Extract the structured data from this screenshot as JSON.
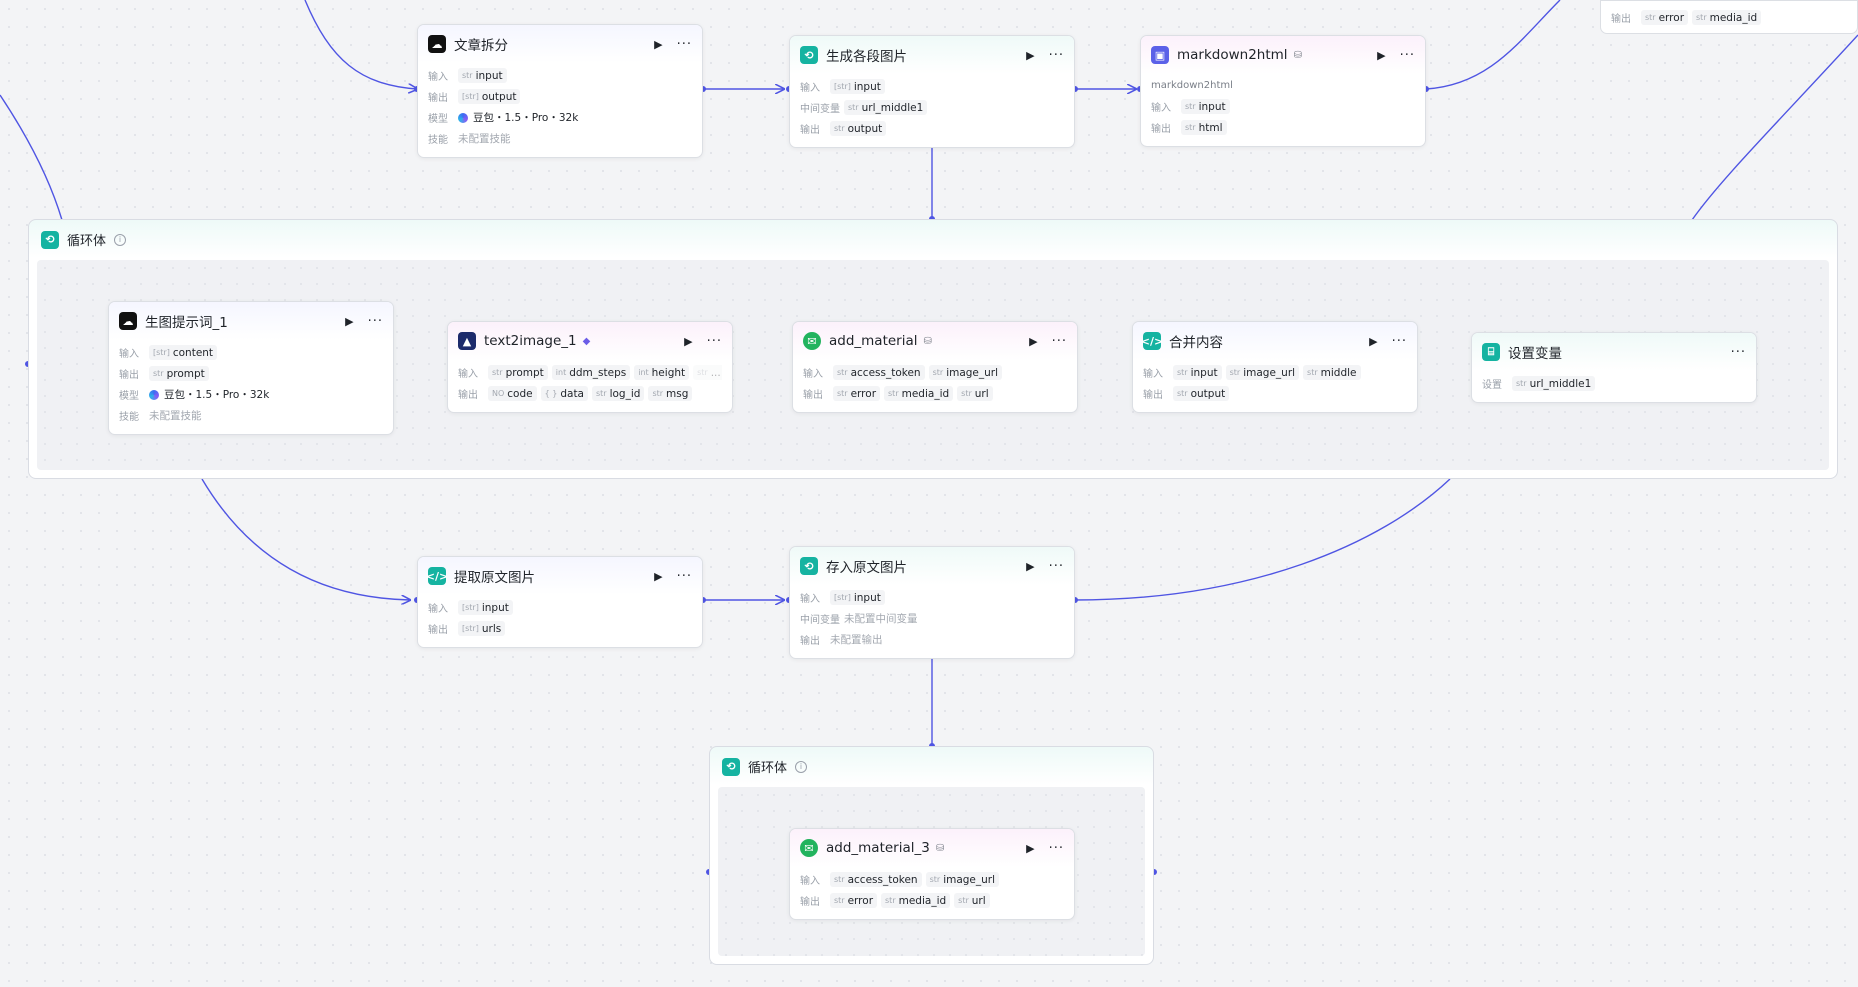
{
  "containers": {
    "loop_top": {
      "title": "循环体"
    },
    "loop_bottom": {
      "title": "循环体"
    }
  },
  "partial_node": {
    "rows": [
      {
        "label": "输出",
        "pills": [
          {
            "type": "str",
            "name": "error"
          },
          {
            "type": "str",
            "name": "media_id"
          }
        ]
      }
    ]
  },
  "nodes": {
    "split_article": {
      "title": "文章拆分",
      "rows": [
        {
          "label": "输入",
          "pills": [
            {
              "type": "str",
              "name": "input"
            }
          ]
        },
        {
          "label": "输出",
          "pills": [
            {
              "type": "[str]",
              "name": "output"
            }
          ]
        },
        {
          "label": "模型",
          "model": "豆包・1.5・Pro・32k"
        },
        {
          "label": "技能",
          "text": "未配置技能"
        }
      ]
    },
    "gen_images": {
      "title": "生成各段图片",
      "rows": [
        {
          "label": "输入",
          "pills": [
            {
              "type": "[str]",
              "name": "input"
            }
          ]
        },
        {
          "label": "中间变量",
          "pills": [
            {
              "type": "str",
              "name": "url_middle1"
            }
          ]
        },
        {
          "label": "输出",
          "pills": [
            {
              "type": "str",
              "name": "output"
            }
          ]
        }
      ]
    },
    "markdown2html": {
      "title": "markdown2html",
      "subtitle": "markdown2html",
      "rows": [
        {
          "label": "输入",
          "pills": [
            {
              "type": "str",
              "name": "input"
            }
          ]
        },
        {
          "label": "输出",
          "pills": [
            {
              "type": "str",
              "name": "html"
            }
          ]
        }
      ]
    },
    "prompt_gen": {
      "title": "生图提示词_1",
      "rows": [
        {
          "label": "输入",
          "pills": [
            {
              "type": "[str]",
              "name": "content"
            }
          ]
        },
        {
          "label": "输出",
          "pills": [
            {
              "type": "str",
              "name": "prompt"
            }
          ]
        },
        {
          "label": "模型",
          "model": "豆包・1.5・Pro・32k"
        },
        {
          "label": "技能",
          "text": "未配置技能"
        }
      ]
    },
    "text2image": {
      "title": "text2image_1",
      "rows": [
        {
          "label": "输入",
          "pills": [
            {
              "type": "str",
              "name": "prompt"
            },
            {
              "type": "int",
              "name": "ddm_steps"
            },
            {
              "type": "int",
              "name": "height"
            },
            {
              "type": "str",
              "name": "...",
              "faded": true
            }
          ],
          "more": "···"
        },
        {
          "label": "输出",
          "pills": [
            {
              "type": "NO",
              "name": "code"
            },
            {
              "type": "{ }",
              "name": "data"
            },
            {
              "type": "str",
              "name": "log_id"
            },
            {
              "type": "str",
              "name": "msg"
            }
          ]
        }
      ]
    },
    "add_material": {
      "title": "add_material",
      "rows": [
        {
          "label": "输入",
          "pills": [
            {
              "type": "str",
              "name": "access_token"
            },
            {
              "type": "str",
              "name": "image_url"
            }
          ]
        },
        {
          "label": "输出",
          "pills": [
            {
              "type": "str",
              "name": "error"
            },
            {
              "type": "str",
              "name": "media_id"
            },
            {
              "type": "str",
              "name": "url"
            }
          ]
        }
      ]
    },
    "merge_content": {
      "title": "合并内容",
      "rows": [
        {
          "label": "输入",
          "pills": [
            {
              "type": "str",
              "name": "input"
            },
            {
              "type": "str",
              "name": "image_url"
            },
            {
              "type": "str",
              "name": "middle"
            }
          ]
        },
        {
          "label": "输出",
          "pills": [
            {
              "type": "str",
              "name": "output"
            }
          ]
        }
      ]
    },
    "set_variable": {
      "title": "设置变量",
      "rows": [
        {
          "label": "设置",
          "pills": [
            {
              "type": "str",
              "name": "url_middle1"
            }
          ]
        }
      ]
    },
    "extract_images": {
      "title": "提取原文图片",
      "rows": [
        {
          "label": "输入",
          "pills": [
            {
              "type": "[str]",
              "name": "input"
            }
          ]
        },
        {
          "label": "输出",
          "pills": [
            {
              "type": "[str]",
              "name": "urls"
            }
          ]
        }
      ]
    },
    "save_images": {
      "title": "存入原文图片",
      "rows": [
        {
          "label": "输入",
          "pills": [
            {
              "type": "[str]",
              "name": "input"
            }
          ]
        },
        {
          "label": "中间变量",
          "text": "未配置中间变量"
        },
        {
          "label": "输出",
          "text": "未配置输出"
        }
      ]
    },
    "add_material_3": {
      "title": "add_material_3",
      "rows": [
        {
          "label": "输入",
          "pills": [
            {
              "type": "str",
              "name": "access_token"
            },
            {
              "type": "str",
              "name": "image_url"
            }
          ]
        },
        {
          "label": "输出",
          "pills": [
            {
              "type": "str",
              "name": "error"
            },
            {
              "type": "str",
              "name": "media_id"
            },
            {
              "type": "str",
              "name": "url"
            }
          ]
        }
      ]
    }
  },
  "colors": {
    "edge": "#4f55e3",
    "accent_teal": "#15b3a1",
    "accent_purple": "#5b61e8"
  }
}
